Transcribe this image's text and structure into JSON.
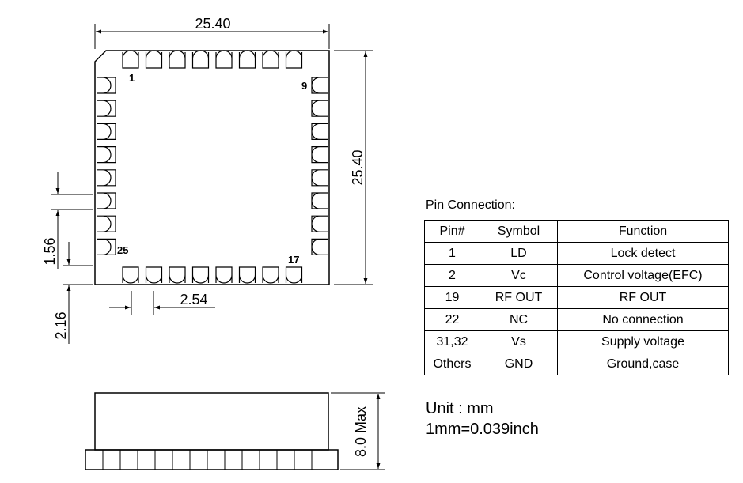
{
  "dimensions": {
    "width": "25.40",
    "height": "25.40",
    "pad_spacing": "1.56",
    "pad_offset": "2.16",
    "pin_pitch": "2.54",
    "side_height": "8.0 Max"
  },
  "pin_markers": {
    "p1": "1",
    "p9": "9",
    "p17": "17",
    "p25": "25"
  },
  "pin_connection": {
    "title": "Pin Connection:",
    "headers": [
      "Pin#",
      "Symbol",
      "Function"
    ],
    "rows": [
      [
        "1",
        "LD",
        "Lock detect"
      ],
      [
        "2",
        "Vc",
        "Control voltage(EFC)"
      ],
      [
        "19",
        "RF OUT",
        "RF OUT"
      ],
      [
        "22",
        "NC",
        "No connection"
      ],
      [
        "31,32",
        "Vs",
        "Supply voltage"
      ],
      [
        "Others",
        "GND",
        "Ground,case"
      ]
    ]
  },
  "units": {
    "unit": "Unit : mm",
    "conversion": "1mm=0.039inch"
  }
}
